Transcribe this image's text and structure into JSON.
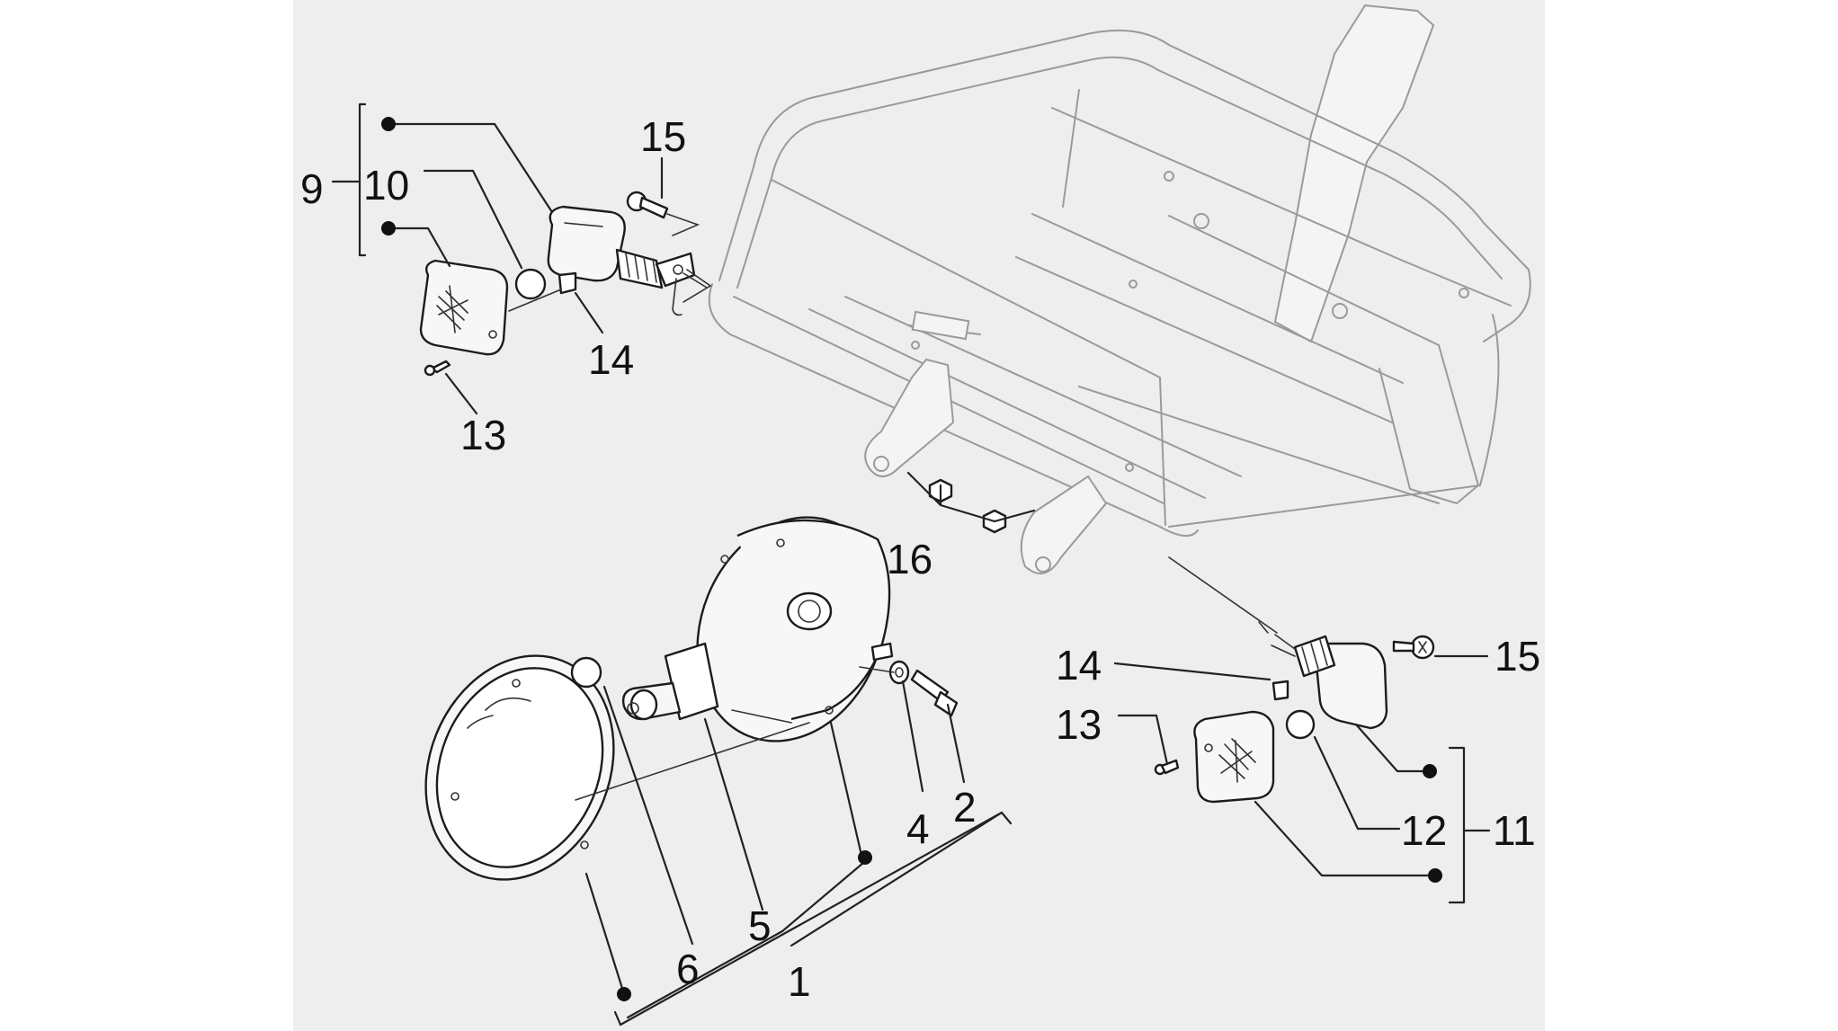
{
  "diagram": {
    "callouts": {
      "c1": "1",
      "c2": "2",
      "c4": "4",
      "c5": "5",
      "c6": "6",
      "c9": "9",
      "c10": "10",
      "c11": "11",
      "c12": "12",
      "c13a": "13",
      "c13b": "13",
      "c14a": "14",
      "c14b": "14",
      "c15a": "15",
      "c15b": "15",
      "c16": "16"
    }
  }
}
